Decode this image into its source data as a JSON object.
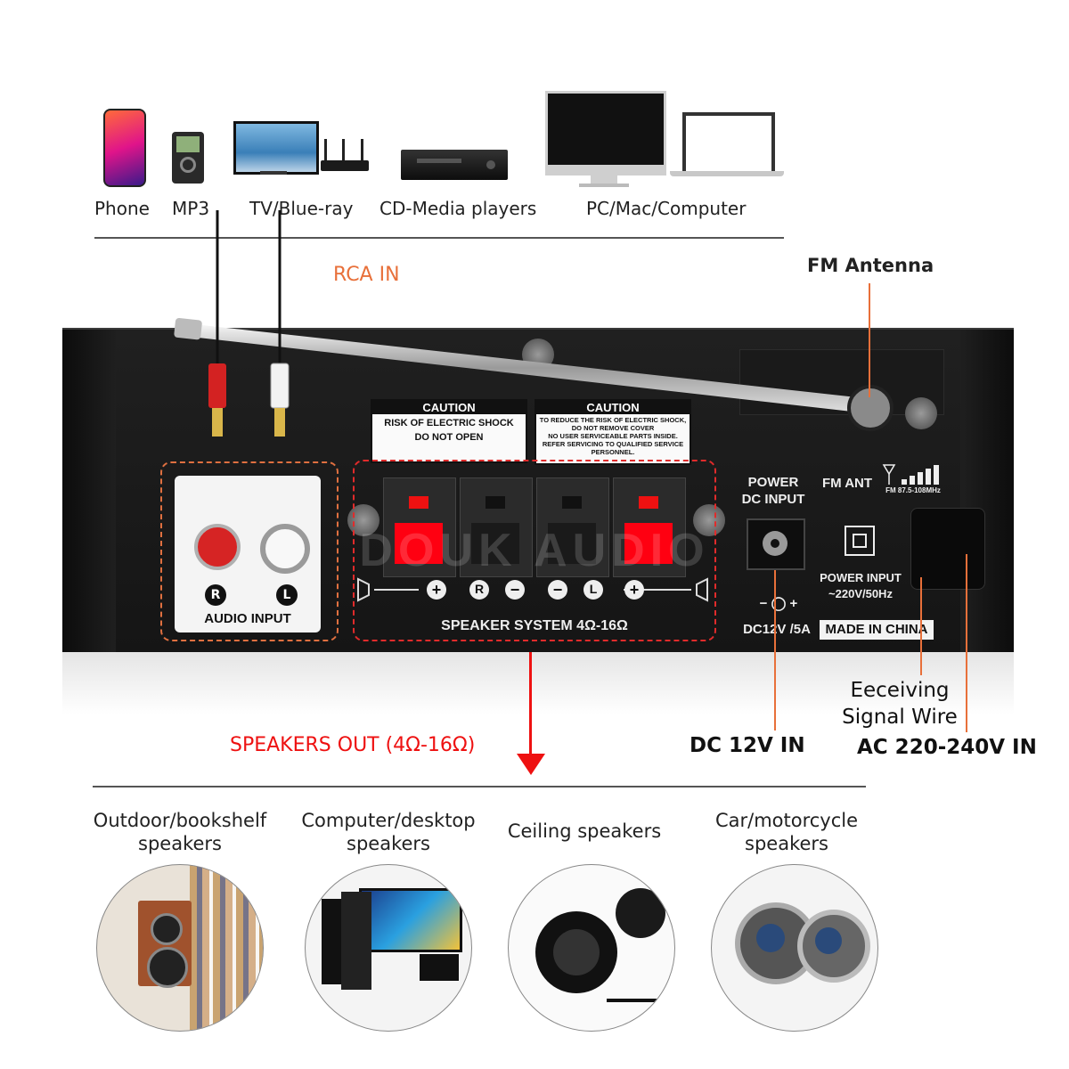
{
  "sources": [
    {
      "label": "Phone",
      "icon": "phone-icon"
    },
    {
      "label": "MP3",
      "icon": "mp3-player-icon"
    },
    {
      "label": "TV/Blue-ray",
      "icon": "tv-router-icon"
    },
    {
      "label": "CD-Media players",
      "icon": "cd-player-icon"
    },
    {
      "label": "PC/Mac/Computer",
      "icon": "computer-icon"
    }
  ],
  "labels": {
    "rca_in": "RCA IN",
    "fm_antenna": "FM Antenna",
    "speakers_out": "SPEAKERS OUT (4Ω-16Ω)",
    "dc_in": "DC 12V IN",
    "signal_wire_1": "Eeceiving",
    "signal_wire_2": "Signal Wire",
    "ac_in": "AC 220-240V IN"
  },
  "panel": {
    "caution1_title": "CAUTION",
    "caution1_line1": "RISK OF ELECTRIC SHOCK",
    "caution1_line2": "DO NOT OPEN",
    "caution2_title": "CAUTION",
    "caution2_line1": "TO REDUCE THE RISK OF ELECTRIC SHOCK,",
    "caution2_line2": "DO NOT REMOVE COVER",
    "caution2_line3": "NO USER SERVICEABLE PARTS INSIDE.",
    "caution2_line4": "REFER SERVICING TO QUALIFIED SERVICE",
    "caution2_line5": "PERSONNEL.",
    "audio_input": "AUDIO INPUT",
    "r": "R",
    "l": "L",
    "speaker_system": "SPEAKER SYSTEM 4Ω-16Ω",
    "power_dc_1": "POWER",
    "power_dc_2": "DC INPUT",
    "fm_ant": "FM ANT",
    "fm_range": "FM 87.5-108MHz",
    "power_input_1": "POWER INPUT",
    "power_input_2": "~220V/50Hz",
    "dc_rating": "DC12V /5A",
    "made_in": "MADE IN CHINA",
    "watermark": "DOUK AUDIO"
  },
  "speakers": [
    {
      "line1": "Outdoor/bookshelf",
      "line2": "speakers"
    },
    {
      "line1": "Computer/desktop",
      "line2": "speakers"
    },
    {
      "line1": "Ceiling speakers",
      "line2": ""
    },
    {
      "line1": "Car/motorcycle",
      "line2": "speakers"
    }
  ],
  "colors": {
    "accent_orange": "#e8703a",
    "accent_red": "#e11111",
    "panel": "#1a1a1a"
  }
}
